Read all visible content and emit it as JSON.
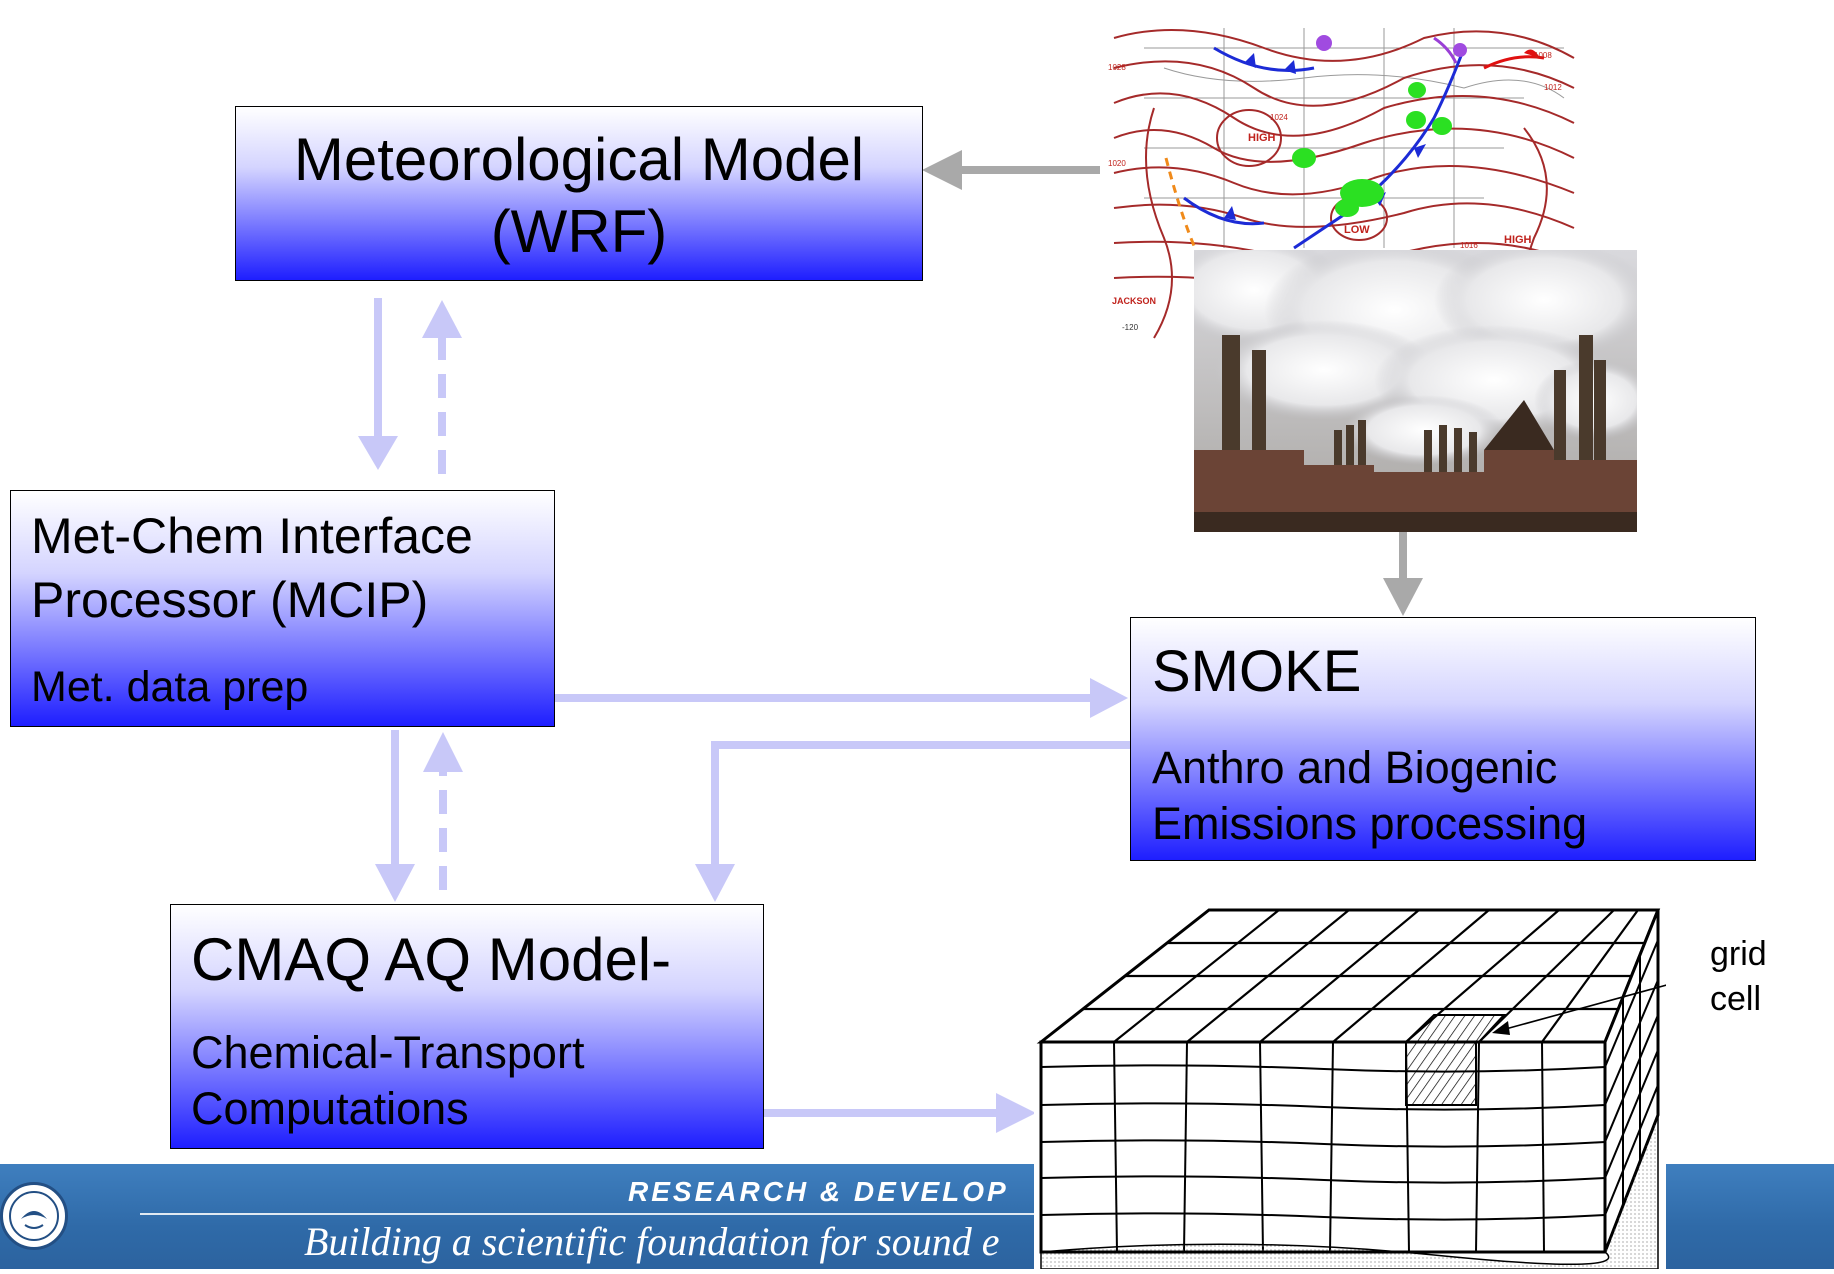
{
  "boxes": {
    "met_model": {
      "line1": "Meteorological Model",
      "line2": "(WRF)"
    },
    "mcip": {
      "line1": "Met-Chem Interface",
      "line2": "Processor (MCIP)",
      "sub": "Met. data prep"
    },
    "smoke": {
      "title": "SMOKE",
      "sub1": "Anthro and Biogenic",
      "sub2": "Emissions processing"
    },
    "cmaq": {
      "title": "CMAQ AQ Model-",
      "sub1": "Chemical-Transport",
      "sub2": "Computations"
    }
  },
  "grid_label": {
    "line1": "grid",
    "line2": "cell"
  },
  "weather_map": {
    "labels": [
      "HIGH",
      "LOW",
      "HIGH",
      "JACKSON",
      "1024",
      "1016",
      "1008",
      "1012",
      "1028",
      "1020",
      "-120"
    ]
  },
  "footer": {
    "heading": "RESEARCH & DEVELOP",
    "slogan": "Building a scientific foundation for sound e"
  },
  "colors": {
    "box_gradient_bottom": "#1e1eff",
    "connector_light": "#c8c8f8",
    "connector_gray": "#a9a9a9",
    "footer_blue": "#3573b3"
  }
}
